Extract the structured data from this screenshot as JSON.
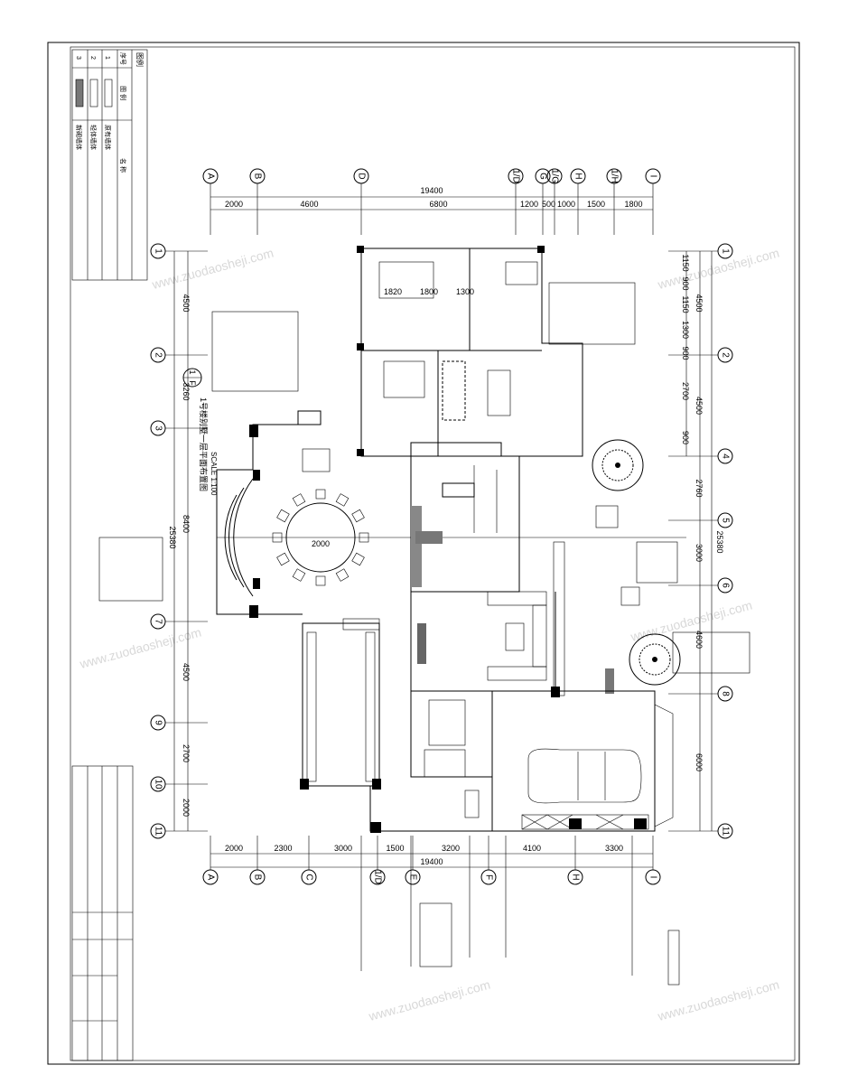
{
  "drawing": {
    "title": "1号楼别墅一层平面布置图",
    "scale": "SCALE 1:100",
    "mark": "F",
    "mark_no": "1"
  },
  "legend": {
    "heading": "图例",
    "cols": [
      "序号",
      "图 例",
      "名 称"
    ],
    "rows": [
      {
        "no": "1",
        "name": "原有墙体"
      },
      {
        "no": "2",
        "name": "轻体墙体"
      },
      {
        "no": "3",
        "name": "新砌墙体"
      }
    ]
  },
  "axes": {
    "top": [
      "A",
      "B",
      "D",
      "1/D",
      "G",
      "1/G",
      "H",
      "1/H",
      "I"
    ],
    "bottom": [
      "A",
      "B",
      "C",
      "1/D",
      "E",
      "F",
      "H",
      "I"
    ],
    "left": [
      "1",
      "2",
      "3",
      "7",
      "9",
      "10",
      "11"
    ],
    "right": [
      "1",
      "2",
      "4",
      "5",
      "6",
      "8",
      "11"
    ]
  },
  "dimensions": {
    "top_total": "19400",
    "top": [
      "2000",
      "4600",
      "6800",
      "1200",
      "500",
      "1000",
      "1500",
      "1800"
    ],
    "bottom_total": "19400",
    "bottom": [
      "2000",
      "2300",
      "3000",
      "1500",
      "3200",
      "4100",
      "3300"
    ],
    "left_total": "25380",
    "left_mid": "8400",
    "left": [
      "4500",
      "3260",
      "4500",
      "2700",
      "2000"
    ],
    "right_total": "25380",
    "right": [
      "4500",
      "4500",
      "2760",
      "3000",
      "4600",
      "6000"
    ],
    "right_detail": [
      "1150",
      "900",
      "1150",
      "1300",
      "900",
      "2700",
      "900"
    ],
    "top_room": [
      "1820",
      "1800",
      "1300"
    ],
    "table_diameter": "2000"
  },
  "watermark": "www.zuodaosheji.com"
}
